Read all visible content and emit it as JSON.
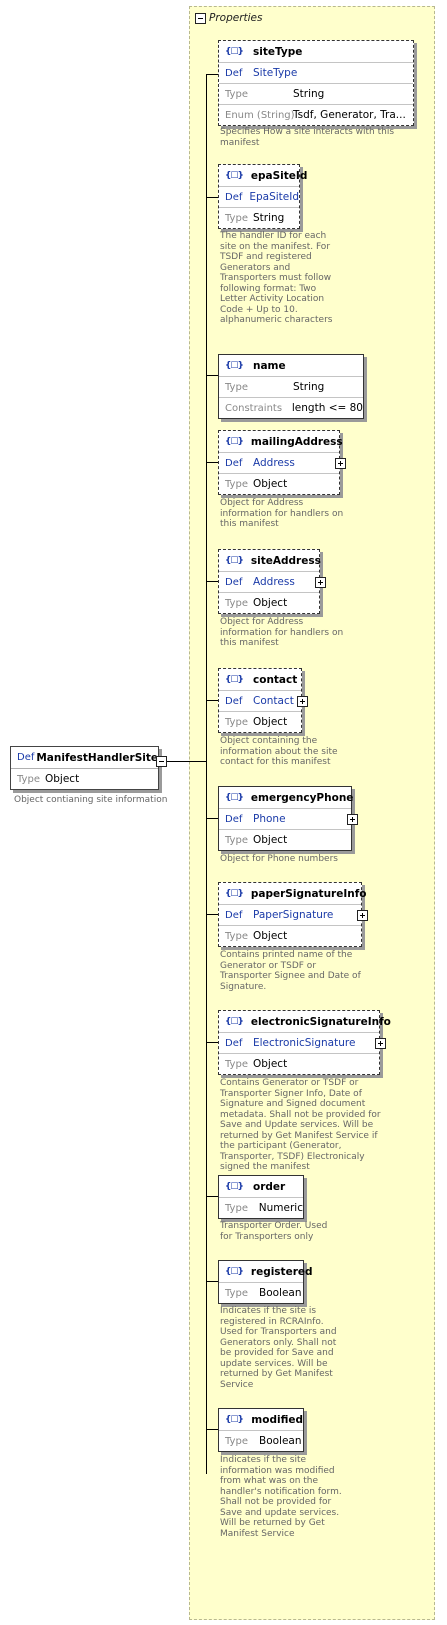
{
  "properties_label": "Properties",
  "labels": {
    "def": "Def",
    "type": "Type",
    "enum": "Enum (String)",
    "constraints": "Constraints",
    "element_badge": "{☐}"
  },
  "root": {
    "name": "ManifestHandlerSite",
    "type": "Object",
    "caption": "Object contianing site information"
  },
  "elements": {
    "siteType": {
      "name": "siteType",
      "def": "SiteType",
      "type": "String",
      "enum": "Tsdf, Generator, Tra...",
      "caption": [
        "Specifies How a site interacts with this",
        "manifest"
      ]
    },
    "epaSiteId": {
      "name": "epaSiteId",
      "def": "EpaSiteId",
      "type": "String",
      "caption": [
        "The handler ID for each",
        "site on the manifest. For",
        "TSDF and registered",
        "Generators and",
        "Transporters must follow",
        "following format: Two",
        "Letter Activity Location",
        "Code + Up to 10.",
        "alphanumeric characters"
      ]
    },
    "name": {
      "name": "name",
      "type": "String",
      "constraints": "length <= 80"
    },
    "mailingAddress": {
      "name": "mailingAddress",
      "def": "Address",
      "type": "Object",
      "caption": [
        "Object for Address",
        "information for handlers on",
        "this manifest"
      ]
    },
    "siteAddress": {
      "name": "siteAddress",
      "def": "Address",
      "type": "Object",
      "caption": [
        "Object for Address",
        "information for handlers on",
        "this manifest"
      ]
    },
    "contact": {
      "name": "contact",
      "def": "Contact",
      "type": "Object",
      "caption": [
        "Object containing the",
        "information about the site",
        "contact for this manifest"
      ]
    },
    "emergencyPhone": {
      "name": "emergencyPhone",
      "def": "Phone",
      "type": "Object",
      "caption": [
        "Object for Phone numbers"
      ]
    },
    "paperSignatureInfo": {
      "name": "paperSignatureInfo",
      "def": "PaperSignature",
      "type": "Object",
      "caption": [
        "Contains  printed name of the",
        "Generator or TSDF or",
        "Transporter Signee and Date of",
        "Signature."
      ]
    },
    "electronicSignatureInfo": {
      "name": "electronicSignatureInfo",
      "def": "ElectronicSignature",
      "type": "Object",
      "caption": [
        "Contains Generator or TSDF or",
        "Transporter Signer Info, Date of",
        "Signature and Signed document",
        "metadata. Shall not be provided for",
        "Save and Update services. Will be",
        "returned by Get Manifest Service if",
        "the participant (Generator,",
        "Transporter, TSDF) Electronicaly",
        "signed the manifest"
      ]
    },
    "order": {
      "name": "order",
      "type": "Numeric",
      "caption": [
        "Transporter Order. Used",
        "for Transporters only"
      ]
    },
    "registered": {
      "name": "registered",
      "type": "Boolean",
      "caption": [
        "Indicates if the site is",
        "registered in RCRAInfo.",
        "Used for Transporters and",
        "Generators only. Shall not",
        "be provided for Save and",
        "update services.  Will be",
        "returned by Get Manifest",
        "Service"
      ]
    },
    "modified": {
      "name": "modified",
      "type": "Boolean",
      "caption": [
        "Indicates if the site",
        "information was modified",
        "from what was on the",
        "handler's notification form.",
        "Shall not be provided for",
        "Save and update services.",
        " Will be returned by Get",
        "Manifest Service"
      ]
    }
  }
}
